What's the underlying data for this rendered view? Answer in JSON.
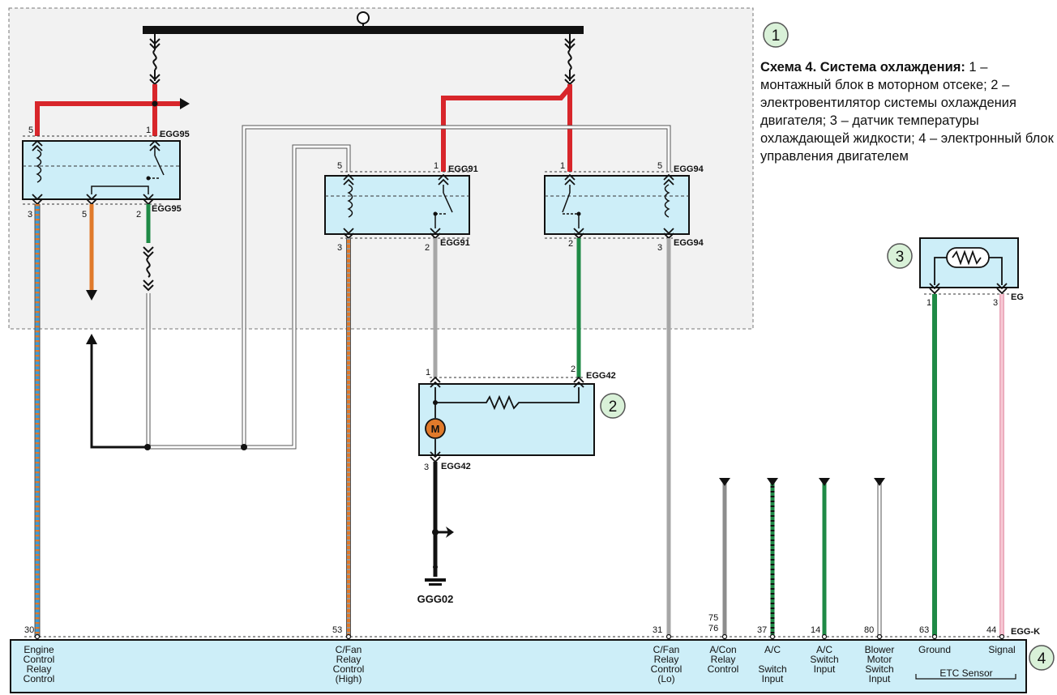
{
  "caption": {
    "heading": "Схема 4. Система охлаждения:",
    "text": " 1 – монтажный блок в моторном отсеке; 2 – электровентилятор системы охлаждения двигателя; 3 – датчик температуры охлаждающей жидкости; 4 – электронный блок управления двигателем"
  },
  "callouts": {
    "c1": "1",
    "c2": "2",
    "c3": "3",
    "c4": "4"
  },
  "relay_egg95": {
    "top_left_pin": "5",
    "top_right_pin": "1",
    "top_connector": "EGG95",
    "bottom_left_pin": "3",
    "bottom_mid_pin": "5",
    "bottom_right_pin": "2",
    "bottom_connector": "EGG95"
  },
  "relay_egg91": {
    "top_left_pin": "5",
    "top_right_pin": "1",
    "top_connector": "EGG91",
    "bottom_left_pin": "3",
    "bottom_right_pin": "2",
    "bottom_connector": "EGG91"
  },
  "relay_egg94": {
    "top_left_pin": "1",
    "top_right_pin": "5",
    "top_connector": "EGG94",
    "bottom_left_pin": "2",
    "bottom_right_pin": "3",
    "bottom_connector": "EGG94"
  },
  "fan_motor": {
    "top_left_pin": "1",
    "top_right_pin": "2",
    "top_connector": "EGG42",
    "bottom_pin": "3",
    "bottom_connector": "EGG42",
    "motor_symbol": "M"
  },
  "ground": {
    "label": "GGG02"
  },
  "sensor": {
    "left_pin": "1",
    "right_pin": "3",
    "connector": "EG"
  },
  "ecu": {
    "connector": "EGG-K",
    "pins": {
      "p30": "30",
      "p53": "53",
      "p31": "31",
      "p75": "75",
      "p76": "76",
      "p37": "37",
      "p14": "14",
      "p80": "80",
      "p63": "63",
      "p44": "44"
    },
    "labels": {
      "engine_relay": [
        "Engine",
        "Control",
        "Relay",
        "Control"
      ],
      "cfan_high": [
        "C/Fan",
        "Relay",
        "Control",
        "(High)"
      ],
      "cfan_lo": [
        "C/Fan",
        "Relay",
        "Control",
        "(Lo)"
      ],
      "acon": [
        "A/Con",
        "Relay",
        "Control"
      ],
      "ac_switch": [
        "A/C",
        "",
        "Switch",
        "Input"
      ],
      "ac_switch_input": [
        "A/C",
        "Switch",
        "Input"
      ],
      "blower": [
        "Blower",
        "Motor",
        "Switch",
        "Input"
      ],
      "ground": "Ground",
      "signal": "Signal",
      "etc_sensor": "ETC Sensor"
    }
  },
  "colors": {
    "box_fill": "#cdeef8",
    "red_wire": "#d8262b",
    "green_wire": "#1f8a46",
    "orange_wire": "#e07a2b",
    "gray_wire": "#a7a7a7",
    "pink_wire": "#f2b6c6",
    "blue_wire": "#3d9bd6",
    "callout_fill": "#d9f1d8"
  }
}
